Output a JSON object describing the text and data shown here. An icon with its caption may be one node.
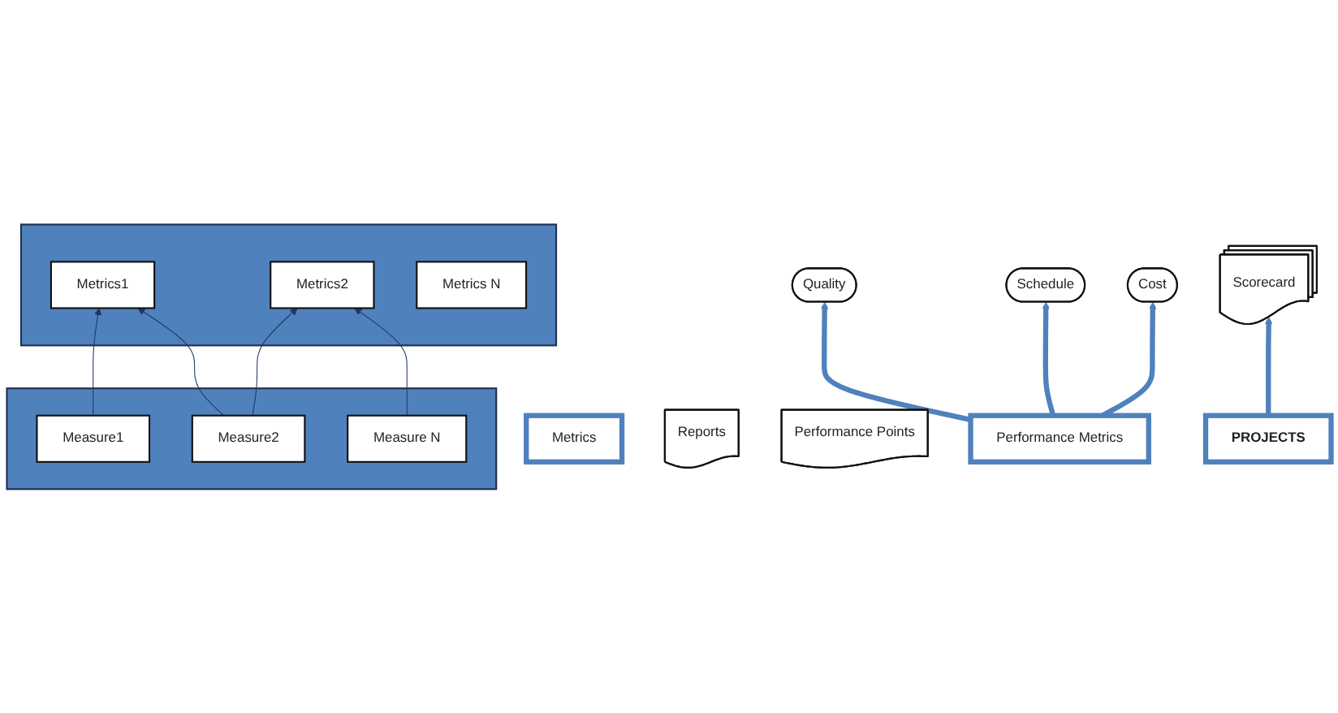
{
  "diagram": {
    "nodes": [
      {
        "text": [
          "Quality"
        ]
      },
      {
        "text": [
          "Schedule"
        ]
      },
      {
        "text": [
          "Cost"
        ]
      },
      {
        "text": [
          "Performance Metrics"
        ]
      },
      {
        "text": [
          "Metrics"
        ]
      },
      {
        "text": [],
        "shape": "box"
      },
      {
        "text": [
          "Metrics1"
        ],
        "in": 5
      },
      {
        "text": [
          "Metrics2"
        ],
        "in": 5
      },
      {
        "text": [
          "Metrics N"
        ],
        "in": 5
      },
      {
        "text": [],
        "shape": "box"
      },
      {
        "text": [
          "Measure1"
        ],
        "in": 9
      },
      {
        "text": [
          "Measure2"
        ],
        "in": 9
      },
      {
        "text": [
          "Measure N"
        ],
        "in": 9
      },
      {
        "text": [
          "PROJECTS"
        ]
      },
      {
        "text": [
          "Scorecard"
        ]
      },
      {
        "text": [
          "Reports"
        ]
      },
      {
        "text": [
          "Performance Points"
        ]
      }
    ],
    "edges": [
      {
        "from": 3,
        "to": 0,
        "arrow": "to",
        "style": "thick",
        "color": "#4f81bd"
      },
      {
        "from": 3,
        "to": 1,
        "arrow": "to",
        "style": "thick",
        "color": "#4f81bd"
      },
      {
        "from": 3,
        "to": 2,
        "arrow": "to",
        "style": "thick",
        "color": "#4f81bd"
      },
      {
        "from": 10,
        "to": 6,
        "arrow": "to",
        "color": "#1f3864"
      },
      {
        "from": 11,
        "to": 6,
        "arrow": "to",
        "color": "#1f3864"
      },
      {
        "from": 11,
        "to": 7,
        "arrow": "to",
        "color": "#1f3864"
      },
      {
        "from": 12,
        "to": 7,
        "arrow": "to",
        "color": "#1f3864"
      },
      {
        "from": 13,
        "to": 14,
        "arrow": "to",
        "style": "thick",
        "color": "#4f81bd"
      }
    ]
  }
}
